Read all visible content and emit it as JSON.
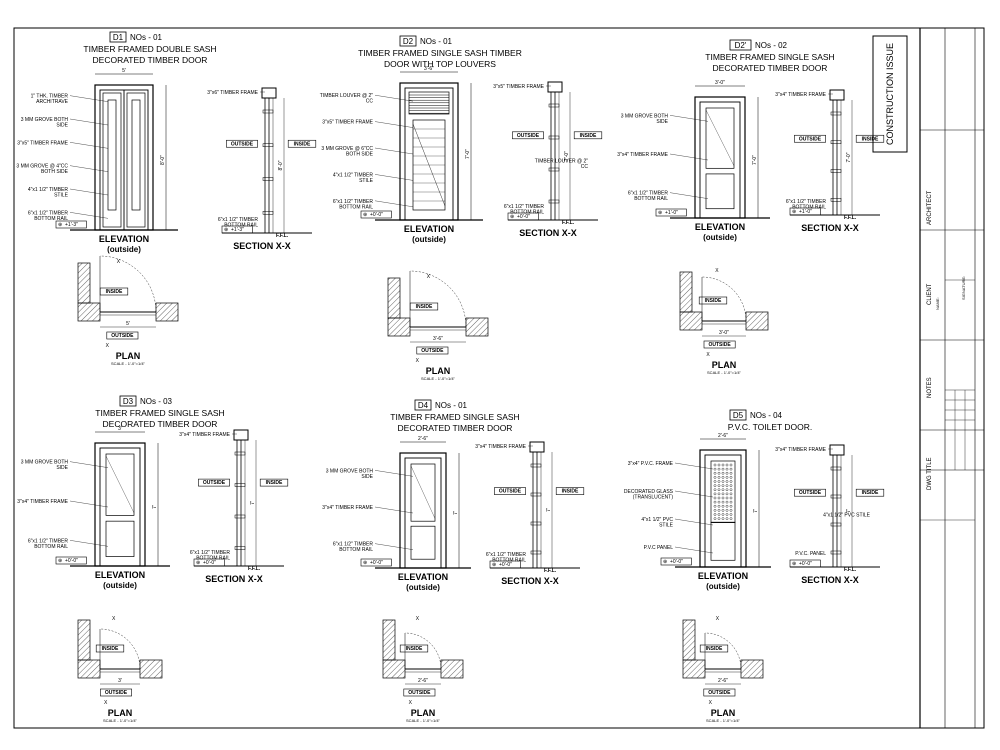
{
  "stamp": "CONSTRUCTION ISSUE",
  "title_block": {
    "architect": "ARCHITECT",
    "client": "CLIENT",
    "name": "NAME:",
    "signature": "SIGNATURE:",
    "notes": "NOTES",
    "dwg_title": "DWG TITLE"
  },
  "common": {
    "elevation": "ELEVATION",
    "outside_paren": "(outside)",
    "section": "SECTION X-X",
    "plan": "PLAN",
    "scale": "SCALE - 1'-0\"=1/4\"",
    "inside": "INSIDE",
    "outside": "OUTSIDE",
    "ffl": "F.F.L.",
    "x": "X"
  },
  "doors": [
    {
      "tag": "D1",
      "nos": "NOs - 01",
      "title1": "TIMBER FRAMED  DOUBLE SASH",
      "title2": "DECORATED TIMBER DOOR",
      "elev_labels": [
        "1\" THK. TIMBER ARCHITRAVE",
        "3 MM GROVE BOTH SIDE",
        "3\"x5\" TIMBER FRAME",
        "3 MM GROVE @ 4\"CC BOTH SIDE",
        "4\"x1 1/2\" TIMBER STILE",
        "6\"x1 1/2\" TIMBER BOTTOM RAIL"
      ],
      "sec_labels": [
        "3\"x6\" TIMBER FRAME",
        "6\"x1 1/2\" TIMBER BOTTOM RAIL"
      ],
      "width_dim": "5'",
      "height_dim": "8'-0\"",
      "level": "+1'-3\""
    },
    {
      "tag": "D2",
      "nos": "NOs - 01",
      "title1": "TIMBER FRAMED SINGLE SASH   TIMBER",
      "title2": "DOOR WITH TOP LOUVERS",
      "elev_labels": [
        "TIMBER LOUVER @ 2\" CC",
        "3\"x5\" TIMBER FRAME",
        "3 MM GROVE @ 6\"CC BOTH SIDE",
        "4\"x1 1/2\" TIMBER STILE",
        "6\"x1 1/2\" TIMBER BOTTOM RAIL"
      ],
      "sec_labels": [
        "3\"x5\" TIMBER FRAME",
        "TIMBER LOUVER @ 2\" CC",
        "6\"x1 1/2\" TIMBER BOTTOM RAIL"
      ],
      "width_dim": "3'-6\"",
      "height_dim": "7'-0\"",
      "level": "+0'-0\""
    },
    {
      "tag": "D2'",
      "nos": "NOs - 02",
      "title1": "TIMBER FRAMED SINGLE SASH",
      "title2": "DECORATED TIMBER DOOR",
      "elev_labels": [
        "3 MM GROVE BOTH SIDE",
        "3\"x4\" TIMBER FRAME",
        "6\"x1 1/2\" TIMBER BOTTOM RAIL"
      ],
      "sec_labels": [
        "3\"x4\" TIMBER FRAME",
        "6\"x1 1/2\" TIMBER BOTTOM RAIL"
      ],
      "width_dim": "3'-0\"",
      "height_dim": "7'-0\"",
      "level": "+1'-0\""
    },
    {
      "tag": "D3",
      "nos": "NOs - 03",
      "title1": "TIMBER FRAMED SINGLE SASH",
      "title2": "DECORATED TIMBER DOOR",
      "elev_labels": [
        "3 MM GROVE BOTH SIDE",
        "3\"x4\" TIMBER FRAME",
        "6\"x1 1/2\" TIMBER BOTTOM RAIL"
      ],
      "sec_labels": [
        "3\"x4\" TIMBER FRAME",
        "6\"x1 1/2\" TIMBER BOTTOM RAIL"
      ],
      "width_dim": "3'",
      "height_dim": "7'",
      "level": "+0'-0\""
    },
    {
      "tag": "D4",
      "nos": "NOs - 01",
      "title1": "TIMBER FRAMED SINGLE SASH",
      "title2": "DECORATED TIMBER DOOR",
      "elev_labels": [
        "3 MM GROVE BOTH SIDE",
        "3\"x4\" TIMBER FRAME",
        "6\"x1 1/2\" TIMBER BOTTOM RAIL"
      ],
      "sec_labels": [
        "3\"x4\" TIMBER FRAME",
        "6\"x1 1/2\" TIMBER BOTTOM RAIL"
      ],
      "width_dim": "2'-6\"",
      "height_dim": "7'",
      "level": "+0'-0\""
    },
    {
      "tag": "D5",
      "nos": "NOs - 04",
      "title1": "P.V.C. TOILET DOOR.",
      "title2": "",
      "elev_labels": [
        "3\"x4\" P.V.C. FRAME",
        "DECORATED GLASS (TRANSLUCENT)",
        "4\"x1 1/2\" PVC STILE",
        "P.V.C PANEL"
      ],
      "sec_labels": [
        "3\"x4\" TIMBER FRAME",
        "4\"x1 1/2\" PVC STILE",
        "P.V.C. PANEL"
      ],
      "width_dim": "2'-6\"",
      "height_dim": "7'",
      "level": "+0'-0\""
    }
  ]
}
